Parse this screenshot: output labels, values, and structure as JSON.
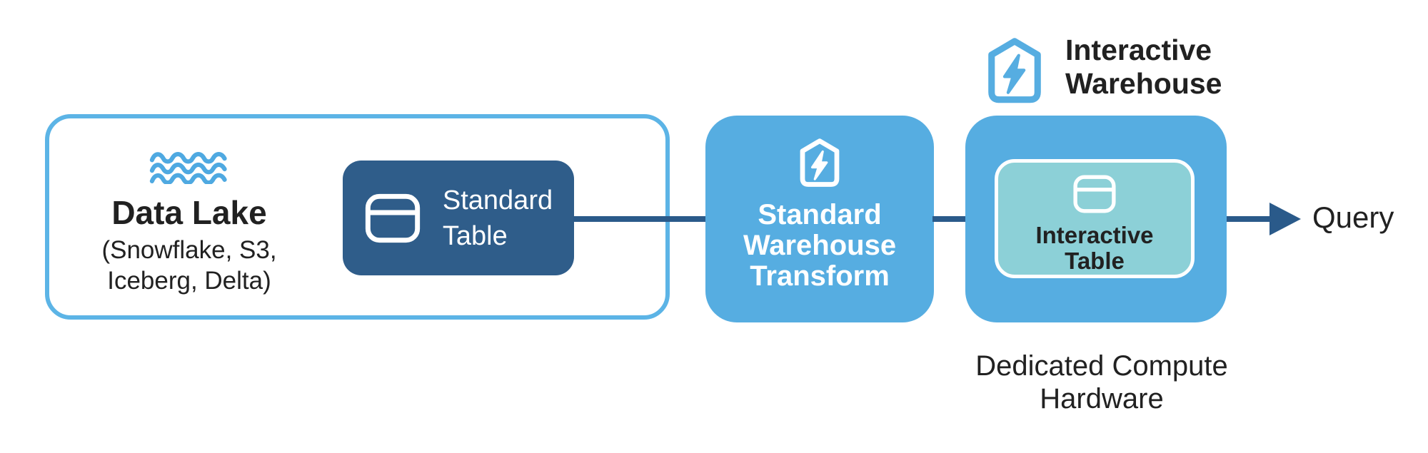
{
  "diagram": {
    "data_lake": {
      "heading": "Data Lake",
      "subtitle_line1": "(Snowflake, S3,",
      "subtitle_line2": "Iceberg, Delta)",
      "icon": "waves-icon"
    },
    "standard_table": {
      "label_line1": "Standard",
      "label_line2": "Table",
      "icon": "table-icon"
    },
    "standard_warehouse_transform": {
      "label_line1": "Standard",
      "label_line2": "Warehouse",
      "label_line3": "Transform",
      "icon": "house-bolt-icon"
    },
    "interactive_warehouse": {
      "label_line1": "Interactive",
      "label_line2": "Warehouse",
      "icon": "house-bolt-icon"
    },
    "interactive_table": {
      "label_line1": "Interactive",
      "label_line2": "Table",
      "icon": "table-icon"
    },
    "dedicated_compute": {
      "label_line1": "Dedicated Compute",
      "label_line2": "Hardware"
    },
    "query": {
      "label": "Query"
    }
  },
  "colors": {
    "medium_blue": "#56ADE1",
    "border_blue": "#5CB4E6",
    "waves_blue": "#4FA9E1",
    "dark_navy": "#2F5D8A",
    "teal": "#8CD0D7",
    "arrow_navy": "#2A5A8A",
    "text_dark": "#212121",
    "white": "#FFFFFF"
  }
}
